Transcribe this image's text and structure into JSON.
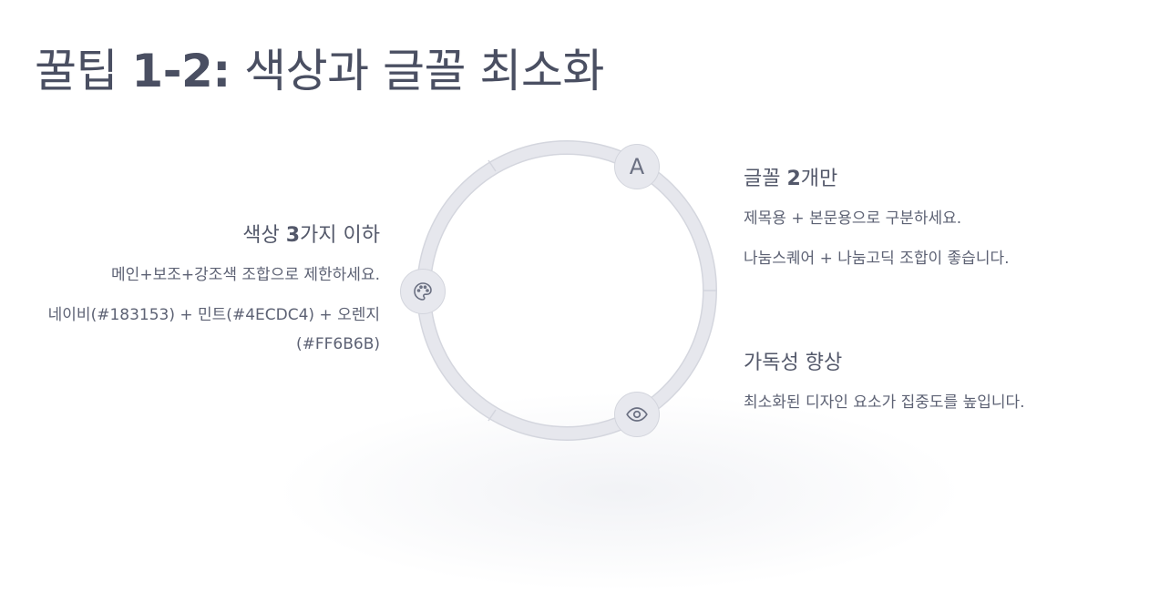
{
  "title": {
    "prefix": "꿀팁 ",
    "bold": "1-2:",
    "rest": " 색상과 글꼴 최소화"
  },
  "icons": {
    "font": "A",
    "color": "palette-icon",
    "readability": "eye-icon"
  },
  "colors": {
    "ring": "#e4e5eb",
    "node_bg": "#e7e8ee",
    "text": "#4b5063"
  },
  "sections": {
    "colors": {
      "heading_pre": "색상 ",
      "heading_num": "3",
      "heading_post": "가지 이하",
      "line1": "메인+보조+강조색 조합으로 제한하세요.",
      "line2": "네이비(#183153) + 민트(#4ECDC4) + 오렌지(#FF6B6B)"
    },
    "fonts": {
      "heading_pre": "글꼴 ",
      "heading_num": "2",
      "heading_post": "개만",
      "line1": "제목용 + 본문용으로 구분하세요.",
      "line2": "나눔스퀘어 + 나눔고딕 조합이 좋습니다."
    },
    "readability": {
      "heading": "가독성 향상",
      "line1": "최소화된 디자인 요소가 집중도를 높입니다."
    }
  }
}
